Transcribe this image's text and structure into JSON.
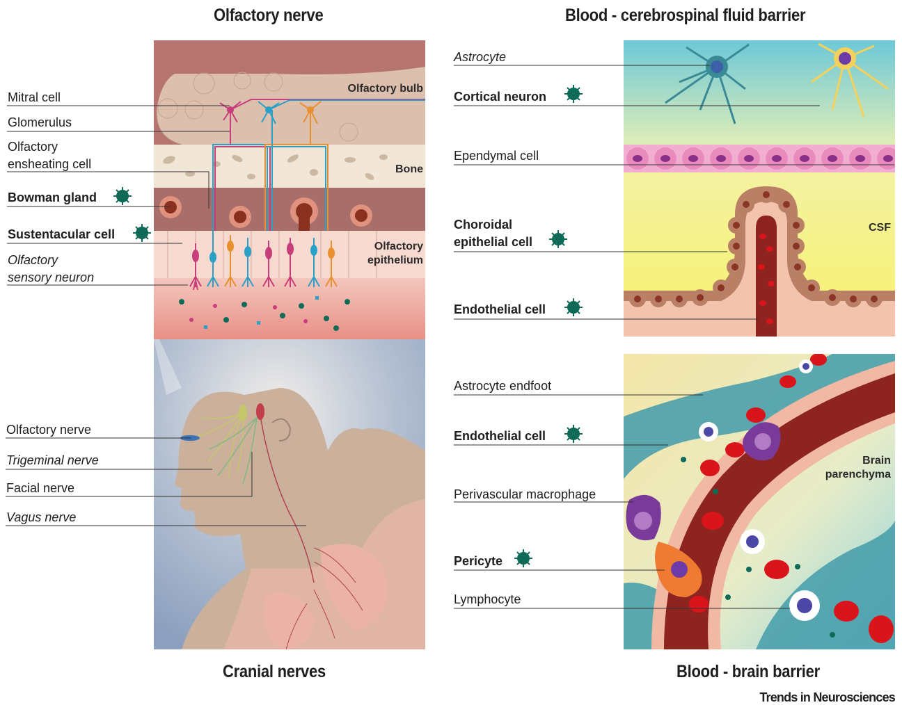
{
  "titles": {
    "olfactory_nerve": "Olfactory nerve",
    "bcsf": "Blood - cerebrospinal fluid barrier",
    "cranial": "Cranial nerves",
    "bbb": "Blood - brain barrier"
  },
  "olfactory_labels": {
    "mitral": "Mitral cell",
    "glomerulus": "Glomerulus",
    "oec_line1": "Olfactory",
    "oec_line2": "ensheating cell",
    "bowman": "Bowman gland",
    "sustentacular": "Sustentacular cell",
    "osn_line1": "Olfactory",
    "osn_line2": "sensory neuron",
    "bulb": "Olfactory bulb",
    "bone": "Bone",
    "epi_line1": "Olfactory",
    "epi_line2": "epithelium"
  },
  "cranial_labels": {
    "olfactory": "Olfactory nerve",
    "trigeminal": "Trigeminal nerve",
    "facial": "Facial nerve",
    "vagus": "Vagus nerve"
  },
  "bcsf_labels": {
    "astrocyte": "Astrocyte",
    "cortical": "Cortical neuron",
    "ependymal": "Ependymal cell",
    "choroidal_line1": "Choroidal",
    "choroidal_line2": "epithelial cell",
    "endothelial": "Endothelial cell",
    "csf": "CSF"
  },
  "bbb_labels": {
    "endfoot": "Astrocyte endfoot",
    "endothelial": "Endothelial cell",
    "macrophage": "Perivascular macrophage",
    "pericyte": "Pericyte",
    "lymphocyte": "Lymphocyte",
    "parenchyma_line1": "Brain",
    "parenchyma_line2": "parenchyma"
  },
  "credit": "Trends in Neurosciences",
  "colors": {
    "virus": "#0f6b57",
    "blood": "#8e2420",
    "rbc": "#d9151b",
    "astro_blue": "#3a8a96",
    "ependymal_pink": "#e98bbd",
    "macrophage_purple": "#7a3a9a",
    "pericyte_orange": "#ef7a32"
  }
}
